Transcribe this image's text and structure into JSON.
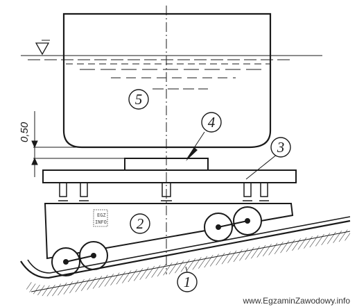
{
  "labels": {
    "rail": "1",
    "cradle": "2",
    "platform": "3",
    "support": "4",
    "hull": "5"
  },
  "dimension": {
    "value": "0,50"
  },
  "logo": {
    "line1": "EGZ",
    "line2": "INFO"
  },
  "watermark": "www.EgzaminZawodowy.info",
  "colors": {
    "ink": "#1a1a1a",
    "paper": "#ffffff"
  }
}
